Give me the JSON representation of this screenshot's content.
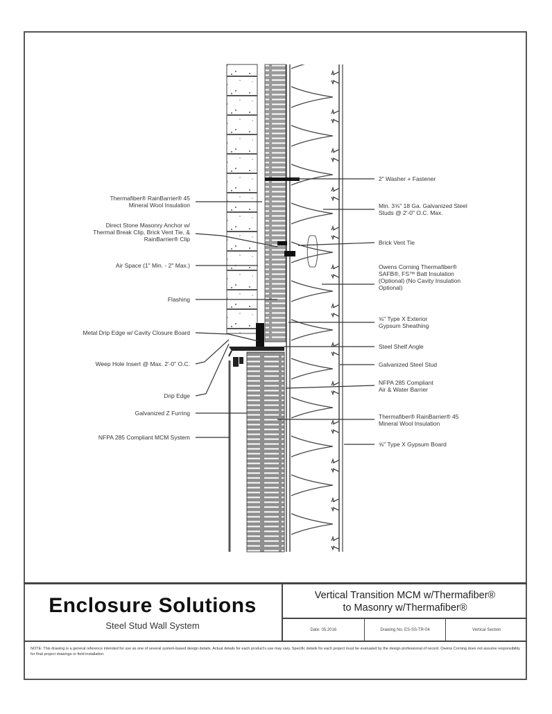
{
  "drawing": {
    "left_labels": [
      {
        "id": "thermafiber-rainbarrier-45",
        "lines": [
          "Thermafiber® RainBarrier® 45",
          "Mineral Wool Insulation"
        ]
      },
      {
        "id": "direct-stone-masonry-anchor",
        "lines": [
          "Direct Stone Masonry Anchor w/",
          "Thermal Break Clip, Brick Vent Tie, &",
          "RainBarrier® Clip"
        ]
      },
      {
        "id": "air-space",
        "lines": [
          "Air Space (1\" Min. - 2\" Max.)"
        ]
      },
      {
        "id": "flashing",
        "lines": [
          "Flashing"
        ]
      },
      {
        "id": "metal-drip-edge",
        "lines": [
          "Metal Drip Edge w/ Cavity Closure Board"
        ]
      },
      {
        "id": "weep-hole",
        "lines": [
          "Weep Hole Insert @ Max. 2'-0\" O.C."
        ]
      },
      {
        "id": "drip-edge",
        "lines": [
          "Drip Edge"
        ]
      },
      {
        "id": "galvanized-z-furring",
        "lines": [
          "Galvanized Z Furring"
        ]
      },
      {
        "id": "nfpa-285-mcm",
        "lines": [
          "NFPA 285 Compliant MCM System"
        ]
      }
    ],
    "right_labels": [
      {
        "id": "washer-fastener",
        "lines": [
          "2\" Washer + Fastener"
        ]
      },
      {
        "id": "steel-studs",
        "lines": [
          "Min. 3⅝\" 18 Ga. Galvanized Steel",
          "Studs @ 2'-0\" O.C. Max."
        ]
      },
      {
        "id": "brick-ties",
        "lines": [
          "Brick Vent Tie"
        ]
      },
      {
        "id": "thermafiber-safb",
        "lines": [
          "Owens Corning Thermafiber®",
          "SAFB®, FS™ Batt Insulation",
          "(Optional) (No Cavity Insulation",
          "Optional)"
        ]
      },
      {
        "id": "gypsum-sheathing",
        "lines": [
          "⅝\" Type X Exterior",
          "Gypsum Sheathing"
        ]
      },
      {
        "id": "steel-shelf-angle",
        "lines": [
          "Steel Shelf Angle"
        ]
      },
      {
        "id": "galvanized-steel-stud",
        "lines": [
          "Galvanized Steel Stud"
        ]
      },
      {
        "id": "nfpa-air-barrier",
        "lines": [
          "NFPA 285 Compliant",
          "Air & Water Barrier"
        ]
      },
      {
        "id": "thermafiber-rainbarrier-45-b",
        "lines": [
          "Thermafiber® RainBarrier® 45",
          "Mineral Wool Insulation"
        ]
      },
      {
        "id": "gypsum-board",
        "lines": [
          "⅝\" Type X Gypsum Board"
        ]
      }
    ]
  },
  "title_block": {
    "brand": "Enclosure Solutions",
    "subtitle": "Steel Stud Wall System",
    "title_line1": "Vertical Transition MCM w/Thermafiber®",
    "title_line2": "to Masonry w/Thermafiber®",
    "cells": [
      "Date: 05.2016",
      "Drawing No. ES-SS-TR-04",
      "Vertical Section"
    ],
    "note": "NOTE: This drawing is a general reference intended for use as one of several system-based design details. Actual details for each product's use may vary. Specific details for each project must be evaluated by the design professional of record. Owens Corning does not assume responsibility for final project drawings or field installation."
  },
  "colors": {
    "line": "#333333",
    "insulation_fill": "#8a8a8a",
    "frame": "#555555"
  }
}
